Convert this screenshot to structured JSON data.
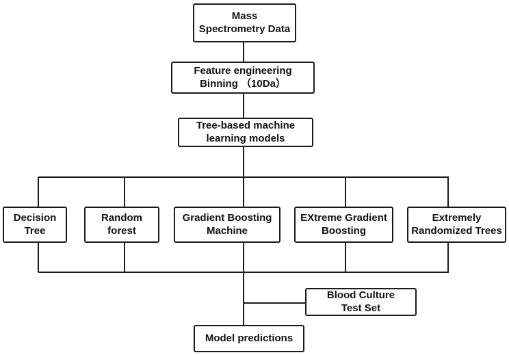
{
  "colors": {
    "line": "#1a1a1a",
    "background": "#ffffff",
    "text": "#111111"
  },
  "nodes": {
    "mass_spec": {
      "line1": "Mass",
      "line2": "Spectrometry Data"
    },
    "feature_eng": {
      "line1": "Feature engineering",
      "line2": "Binning （10Da）"
    },
    "tree_models": {
      "line1": "Tree-based machine",
      "line2": "learning models"
    },
    "decision_tree": {
      "line1": "Decision",
      "line2": "Tree"
    },
    "random_forest": {
      "line1": "Random",
      "line2": "forest"
    },
    "gradient_boosting_machine": {
      "line1": "Gradient Boosting",
      "line2": "Machine"
    },
    "extreme_gradient_boosting": {
      "line1": "EXtreme Gradient",
      "line2": "Boosting"
    },
    "extremely_randomized_trees": {
      "line1": "Extremely",
      "line2": "Randomized Trees"
    },
    "blood_culture": {
      "line1": "Blood Culture",
      "line2": "Test Set"
    },
    "model_predictions": {
      "label": "Model predictions"
    }
  }
}
